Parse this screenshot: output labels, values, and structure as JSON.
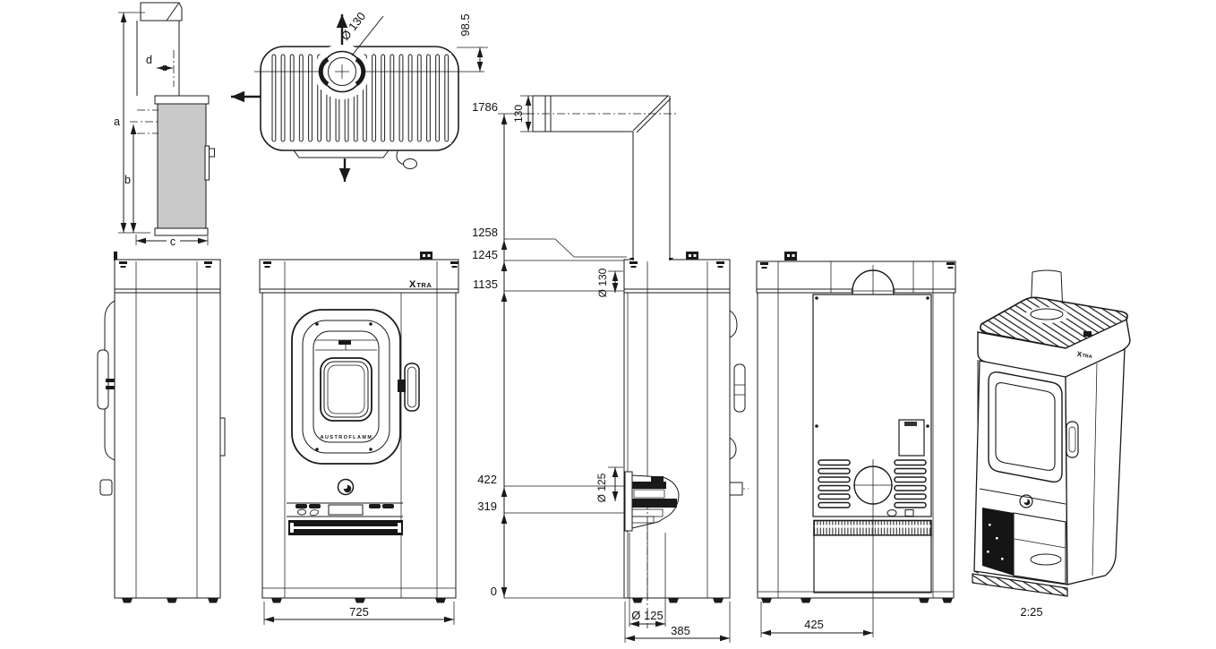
{
  "scale_label": "2:25",
  "brand": {
    "logo_x": "X",
    "logo_rest": "TRA",
    "name": "AUSTROFLAMM"
  },
  "schematic": {
    "a": "a",
    "b": "b",
    "c": "c",
    "d": "d"
  },
  "dims": {
    "flue_top_dia": "Ø 130",
    "top_offset": "98.5",
    "pipe_dia": "130",
    "collar_dia": "Ø 130",
    "h1786": "1786",
    "h1258": "1258",
    "h1245": "1245",
    "h1135": "1135",
    "h422": "422",
    "h319": "319",
    "h0": "0",
    "rear_outlet_dia": "Ø 125",
    "rear_outlet_dia_bottom": "Ø 125",
    "w725": "725",
    "w385": "385",
    "w425": "425"
  }
}
